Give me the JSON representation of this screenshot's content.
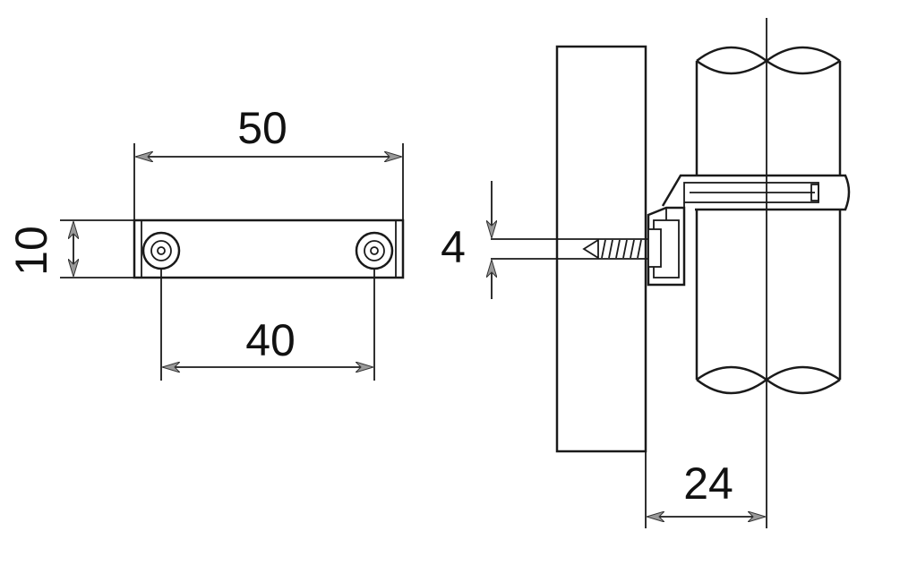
{
  "dimensions": {
    "width_total": "50",
    "hole_spacing": "40",
    "height": "10",
    "gap": "4",
    "offset": "24"
  },
  "colors": {
    "line": "#1a1a1a",
    "background": "#ffffff",
    "arrow_fill": "#999999"
  }
}
